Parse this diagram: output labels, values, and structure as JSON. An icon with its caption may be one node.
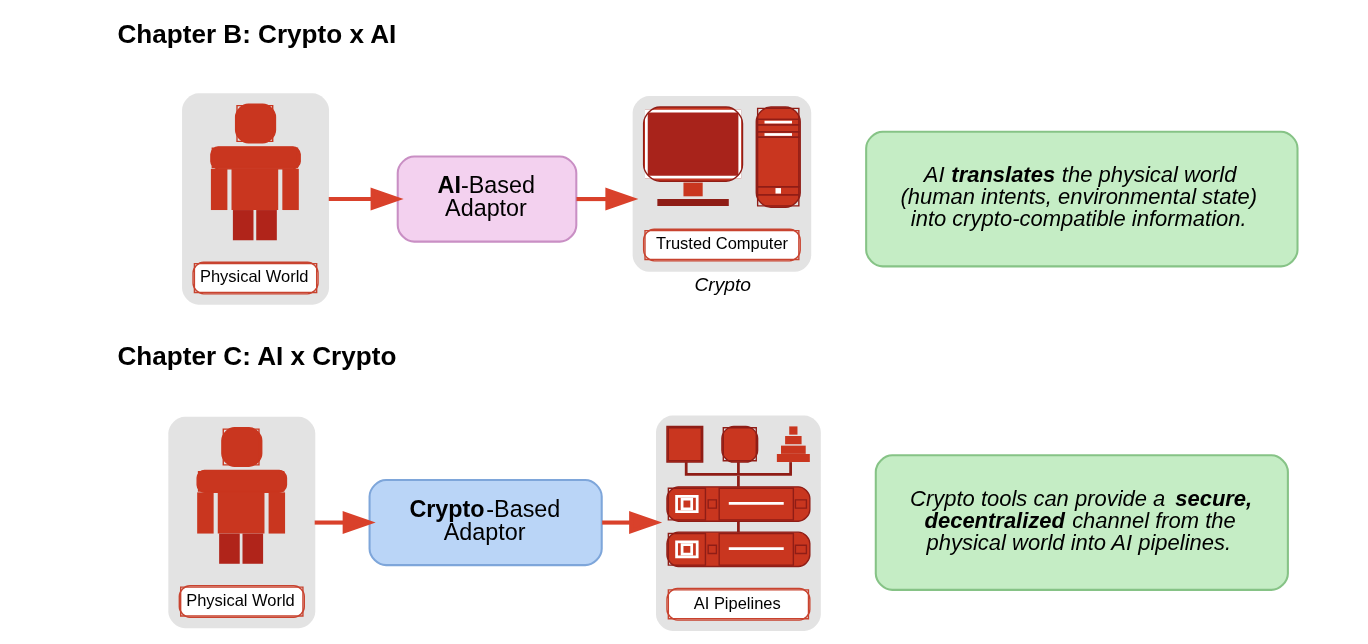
{
  "diagram": {
    "nodes": [
      {
        "text": [
          "Physical World"
        ]
      },
      {
        "text": [
          "**AI**-Based Adaptor"
        ]
      },
      {
        "text": [
          "Trusted Computer"
        ],
        "beside": [
          "Crypto"
        ]
      },
      {
        "text": [
          "AI **translates** the physical world (human intents, environmental state) into crypto-compatible information."
        ]
      },
      {
        "text": [
          "Physical World"
        ]
      },
      {
        "text": [
          "**Crypto**-Based Adaptor"
        ]
      },
      {
        "text": [
          "AI Pipelines"
        ]
      },
      {
        "text": [
          "Crypto tools can provide a **secure, decentralized** channel from the physical world into AI pipelines."
        ]
      }
    ],
    "edges": [
      {
        "from": 0,
        "to": 1,
        "arrow": "to"
      },
      {
        "from": 1,
        "to": 2,
        "arrow": "to"
      },
      {
        "from": 4,
        "to": 5,
        "arrow": "to"
      },
      {
        "from": 5,
        "to": 6,
        "arrow": "to"
      }
    ],
    "labels": [
      "Chapter B: Crypto x AI",
      "Chapter C: AI x Crypto"
    ]
  }
}
